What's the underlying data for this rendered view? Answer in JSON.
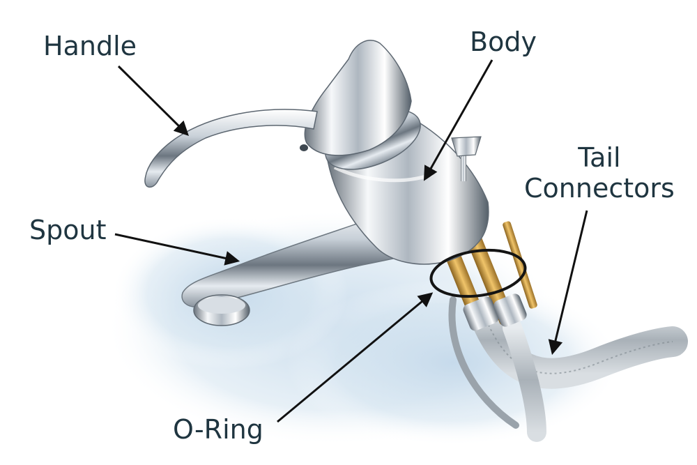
{
  "labels": {
    "handle": "Handle",
    "body": "Body",
    "spout": "Spout",
    "tail_line1": "Tail",
    "tail_line2": "Connectors",
    "oring": "O-Ring"
  },
  "colors": {
    "text": "#1f3540",
    "arrow": "#111111",
    "chrome_light": "#f4f7fa",
    "chrome_mid": "#b9c2cb",
    "chrome_dark": "#4f5963",
    "brass": "#c99a3e",
    "water": "#c9dceb"
  }
}
